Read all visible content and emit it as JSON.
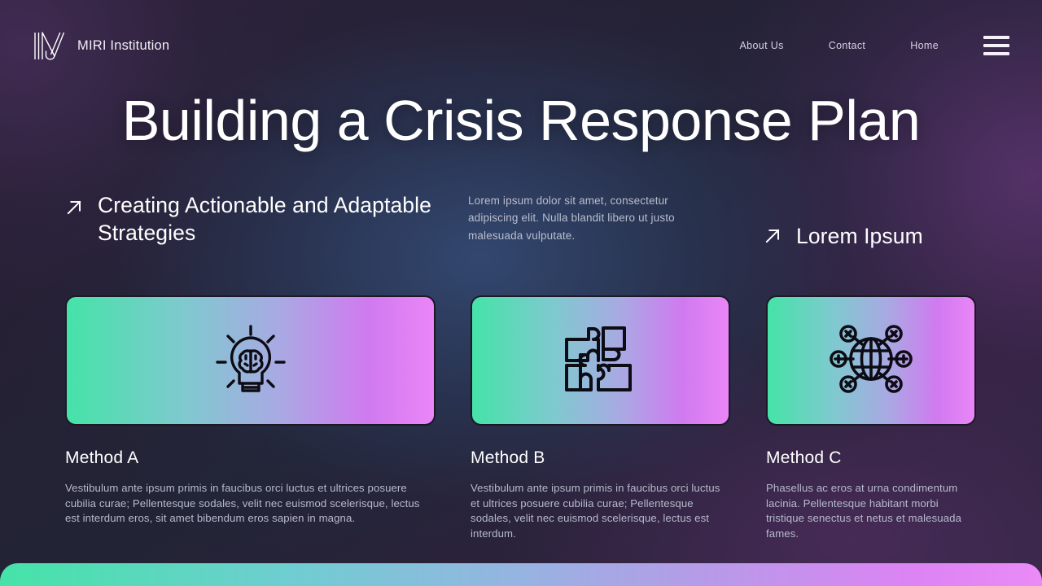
{
  "header": {
    "brand_name": "MIRI Institution",
    "logo_icon": "miri-monogram-logo",
    "nav_items": [
      {
        "label": "About Us",
        "icon": ""
      },
      {
        "label": "Contact",
        "icon": ""
      },
      {
        "label": "Home",
        "icon": ""
      }
    ],
    "menu_icon": "hamburger-menu-icon"
  },
  "hero": {
    "title": "Building a Crisis Response Plan"
  },
  "intro": {
    "left": {
      "arrow_icon": "arrow-up-right-icon",
      "headline": "Creating Actionable and Adaptable Strategies"
    },
    "middle": {
      "paragraph": "Lorem ipsum dolor sit amet, consectetur adipiscing elit. Nulla blandit libero ut justo malesuada vulputate."
    },
    "right": {
      "arrow_icon": "arrow-up-right-icon",
      "headline": "Lorem Ipsum"
    }
  },
  "cards": [
    {
      "icon": "lightbulb-brain-icon",
      "title": "Method A",
      "body": "Vestibulum ante ipsum primis in faucibus orci luctus et ultrices posuere cubilia curae; Pellentesque sodales, velit nec euismod scelerisque, lectus est interdum eros, sit amet bibendum eros sapien in magna."
    },
    {
      "icon": "puzzle-pieces-icon",
      "title": "Method B",
      "body": "Vestibulum ante ipsum primis in faucibus orci luctus et ultrices posuere cubilia curae; Pellentesque sodales, velit nec euismod scelerisque, lectus est interdum."
    },
    {
      "icon": "globe-network-icon",
      "title": "Method C",
      "body": "Phasellus ac eros at urna condimentum lacinia. Pellentesque habitant morbi tristique senectus et netus et malesuada fames."
    }
  ],
  "theme": {
    "gradient_start": "#45E3A8",
    "gradient_mid": "#93B6E0",
    "gradient_end": "#EA8BF6",
    "background_dark": "#262034",
    "text_primary": "#FFFFFF",
    "text_muted": "#B6BACB"
  },
  "bottom_bar": {
    "icon": "gradient-accent-bar"
  }
}
